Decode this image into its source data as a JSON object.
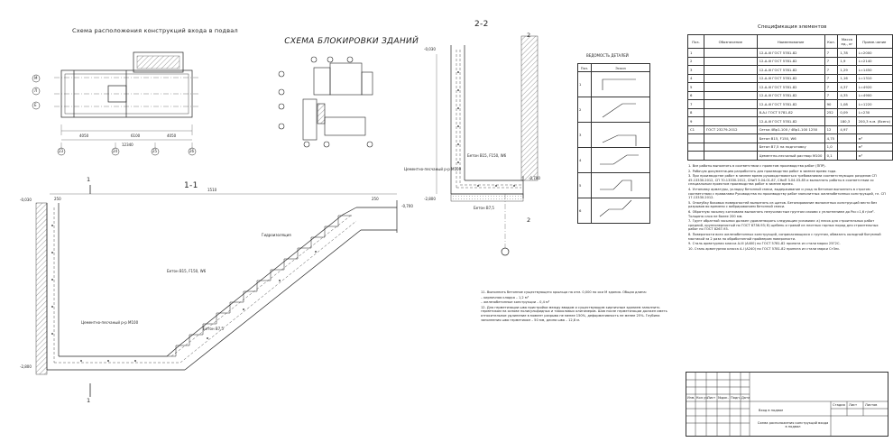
{
  "titles": {
    "basement_entry_layout": "Схема расположения конструкций входа в подвал",
    "buildings_block_scheme": "СХЕМА БЛОКИРОВКИ ЗДАНИЙ",
    "section_2_2": "2-2",
    "section_1_1": "1-1",
    "details_sheet": "ВЕДОМОСТЬ ДЕТАЛЕЙ",
    "spec_table": "Спецификация элементов"
  },
  "plan": {
    "axis_letters": [
      "М",
      "Л",
      "Е"
    ],
    "axis_numbers": [
      "23",
      "24",
      "25",
      "26"
    ],
    "dims_bottom": [
      "4050",
      "6100",
      "4050"
    ],
    "dim_total": "12340"
  },
  "section_marks": [
    "1",
    "1",
    "2",
    "2"
  ],
  "section_1_1": {
    "elev_top": "-0,030",
    "elev_landing": "-0,700",
    "elev_bottom": "-2,800",
    "dims": [
      "250",
      "1510",
      "250"
    ],
    "labels": [
      "Бетон В15, F150, W6",
      "Гидроизоляция",
      "Цементно-песчаный р-р М100",
      "Бетон В7,5"
    ]
  },
  "section_2_2": {
    "labels": [
      "Бетон В15, F150, W6",
      "Цементно-песчаный р-р М100",
      "Бетон В7,5"
    ],
    "elevations": [
      "-0,030",
      "-0,700",
      "-2,800"
    ]
  },
  "details": {
    "headers": [
      "Поз.",
      "Эскиз"
    ],
    "rows": [
      "1",
      "2",
      "3",
      "4",
      "5",
      "6"
    ]
  },
  "spec": {
    "headers": [
      "Поз.",
      "Обозначение",
      "Наименование",
      "Кол.",
      "Масса ед., кг",
      "Приме-чание"
    ],
    "rows": [
      {
        "pos": "1",
        "des": "",
        "name": "12-A-III ГОСТ 5781-82",
        "qty": "7",
        "mass": "1,78",
        "note": "L=2000"
      },
      {
        "pos": "2",
        "des": "",
        "name": "12-A-III ГОСТ 5781-82",
        "qty": "7",
        "mass": "1,9",
        "note": "L=2140"
      },
      {
        "pos": "3",
        "des": "",
        "name": "12-A-III ГОСТ 5781-82",
        "qty": "7",
        "mass": "1,29",
        "note": "L=1450"
      },
      {
        "pos": "4",
        "des": "",
        "name": "12-A-III ГОСТ 5781-82",
        "qty": "7",
        "mass": "1,16",
        "note": "L=1310"
      },
      {
        "pos": "5",
        "des": "",
        "name": "12-A-III ГОСТ 5781-82",
        "qty": "7",
        "mass": "4,37",
        "note": "L=4920"
      },
      {
        "pos": "6",
        "des": "",
        "name": "12-A-III ГОСТ 5781-82",
        "qty": "7",
        "mass": "4,35",
        "note": "L=4900"
      },
      {
        "pos": "7",
        "des": "",
        "name": "12-A-III ГОСТ 5781-82",
        "qty": "90",
        "mass": "1,08",
        "note": "L=1220"
      },
      {
        "pos": "8",
        "des": "",
        "name": "8-A-I ГОСТ 5781-82",
        "qty": "252",
        "mass": "0,09",
        "note": "L=230"
      },
      {
        "pos": "9",
        "des": "",
        "name": "12-A-III ГОСТ 5781-82",
        "qty": "",
        "mass": "180,3",
        "note": "200,3 п.м. (Всего)"
      },
      {
        "pos": "С1",
        "des": "ГОСТ 23279-2012",
        "name": "Сетка 4Вр1-100 / 4Вр1-100 1250",
        "qty": "12",
        "mass": "4,97",
        "note": ""
      },
      {
        "pos": "",
        "des": "",
        "name": "Бетон В15, F150, W6",
        "qty": "4,75",
        "mass": "",
        "note": "м³"
      },
      {
        "pos": "",
        "des": "",
        "name": "Бетон В7,5 на подготовку",
        "qty": "1,0",
        "mass": "",
        "note": "м³"
      },
      {
        "pos": "",
        "des": "",
        "name": "Цементно-песчаный раствор М100",
        "qty": "0,1",
        "mass": "",
        "note": "м³"
      }
    ]
  },
  "notes_right": [
    "1. Все работы выполнять в соответствии с проектом производства работ (ППР).",
    "2. Рабочую документацию разработать для производства работ в зимнее время года.",
    "3. При производстве работ в зимнее время руководствоваться требованиями соответствующих разделов СП 45.13330.2012, СП 70.13330.2012, СНиП 3.04.01-87, СНиП 3.04.03-85 и выполнять работы в соответствии со специальным проектом производства работ в зимнее время.",
    "4. Установку арматуры, укладку бетонной смеси, выдерживание и уход за бетоном выполнять в строгом соответствии с правилами Руководства по производству работ монолитных железобетонных конструкций, гл. СП 17.13330.2012.",
    "5. Опалубку боковых поверхностей выполнять из щитов. Бетонирование монолитных конструкций вести без разрывов во времени с вибрированием бетонной смеси.",
    "6. Обратную засыпку котлована выполнять непучинистым грунтом слоями с уплотнением до Ркс=1,6 г/см³. Толщина слоя не более 200 мм.",
    "7. Грунт обратной засыпки должен удовлетворять следующим условиям: а) песок для строительных работ средний, крупнозернистый по ГОСТ 8736-93; б) щебень и гравий из плотных горных пород для строительных работ по ГОСТ 8267-93.",
    "8. Поверхности всех железобетонных конструкций, соприкасающихся с грунтом, обмазать холодной битумной мастикой за 2 раза по обработанной праймером поверхности.",
    "9. Сталь арматурная класса А-III (А400) по ГОСТ 5781-82 принята из стали марки 25Г2С.",
    "10. Сталь арматурная класса А-I (А240) по ГОСТ 5781-82 принята из стали марки Ст3пс."
  ],
  "notes_center": [
    "11. Выполнить бетонное существующего крыльца на отм. 0,000 по оси М здания. Общая длина:",
    "– кирпичная кладка – 1,2 м³",
    "– железобетонные конструкции – 0,4 м³",
    "12. Для герметизации шва пристройки между вводом и существующим кирпичным зданием заполнить герметиком на основе полисульфидных и тиоколовых олигомеров. Шов после герметизации должен иметь относительное удлинение в момент разрыва не менее 150%, деформативность не менее 25%. Глубина заполнения шва герметиком – 50 мм, длина шва – 12,8 м."
  ],
  "stamp": {
    "cells": [
      "Изм.",
      "Кол.уч.",
      "Лист",
      "№док.",
      "Подп.",
      "Дата"
    ],
    "stage": "Стадия",
    "sheet": "Лист",
    "sheets": "Листов",
    "object": "Вход в подвал",
    "drawing_title": "Схема расположения конструкций входа в подвал"
  }
}
